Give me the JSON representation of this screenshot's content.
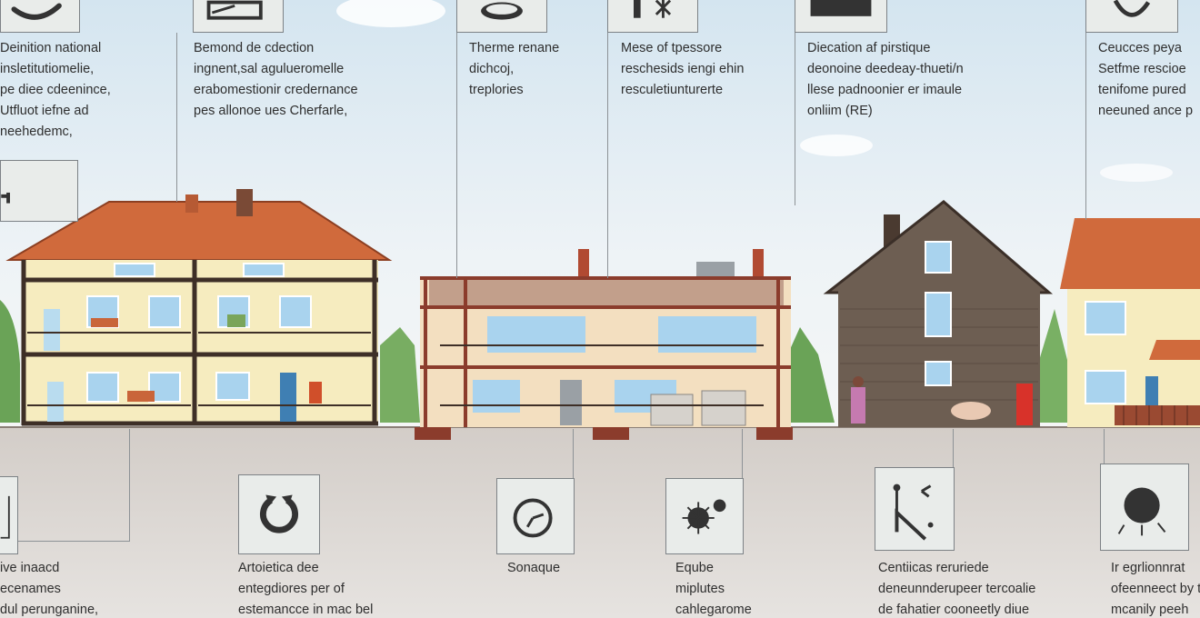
{
  "colors": {
    "sky_top": "#cfe2ee",
    "ground": "#d9d4cf",
    "roof": "#d06a3c",
    "wall_yellow": "#f6ecbf",
    "wall_brown": "#6d5e52",
    "frame": "#3e2f27",
    "tree": "#6aa357",
    "window": "#a9d3ee"
  },
  "top_labels": [
    {
      "lines": [
        "Deinition national",
        "insletitutiomelie,",
        "pe diee cdeenince,",
        "Utfluot iefne ad",
        "neehedemc,"
      ]
    },
    {
      "lines": [
        "Bemond de cdection",
        "ingnent,sal agulueromelle",
        "erabomestionir credernance",
        "pes allonoe ues Cherfarle,"
      ]
    },
    {
      "lines": [
        "Therme renane",
        "dichcoj,",
        "treplories"
      ]
    },
    {
      "lines": [
        "Mese of tpessore",
        "reschesids iengi ehin",
        "resculetiunturerte"
      ]
    },
    {
      "lines": [
        "Diecation af pirstique",
        "deonoine deedeay-thueti/n",
        "llese padnoonier er imaule",
        "onliim (RE)"
      ]
    },
    {
      "lines": [
        "Ceucces peya",
        "Setfme rescioe",
        "tenifome pured",
        "neeuned ance p"
      ]
    }
  ],
  "bottom_labels": [
    {
      "lines": [
        "ive inaacd",
        "ecenames",
        "dul perunganine,"
      ]
    },
    {
      "lines": [
        "Artoietica dee",
        "entegdiores per of",
        "estemancce in mac bel"
      ]
    },
    {
      "lines": [
        "Sonaque"
      ]
    },
    {
      "lines": [
        "Eqube",
        "miplutes",
        "cahlegarome"
      ]
    },
    {
      "lines": [
        "Centiicas reruriede",
        "deneunnderupeer tercoalie",
        "de fahatier cooneetly diue"
      ]
    },
    {
      "lines": [
        "Ir egrlionnrat",
        "ofeenneect by t",
        "mcanily peeh"
      ]
    }
  ],
  "icons": {
    "top": [
      "swirl-icon",
      "toolbox-icon",
      "stove-icon",
      "sparkle-icon",
      "panel-icon",
      "ring-icon"
    ],
    "left_box": "sign-icon",
    "bottom": [
      "bracket-icon",
      "recycle-icon",
      "clock-icon",
      "germ-icon",
      "compass-icon",
      "sphere-icon"
    ]
  }
}
